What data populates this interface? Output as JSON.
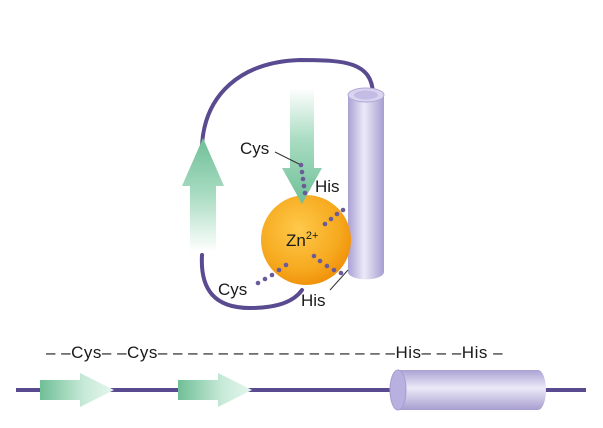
{
  "motif": {
    "labels": {
      "cys_top": "Cys",
      "cys_bottom": "Cys",
      "his_top": "His",
      "his_bottom": "His",
      "zinc_ion": "Zn",
      "zinc_charge": "2+"
    }
  },
  "sequence": {
    "text": "– –Cys– –Cys– – – – – – – – – – – – – – – –His– – –His –"
  },
  "colors": {
    "backbone": "#5a4a8f",
    "strand": "#8ecfb0",
    "helix": "#c9c2e6",
    "zinc": "#f5a623",
    "bond_dots": "#6a5a9a"
  }
}
